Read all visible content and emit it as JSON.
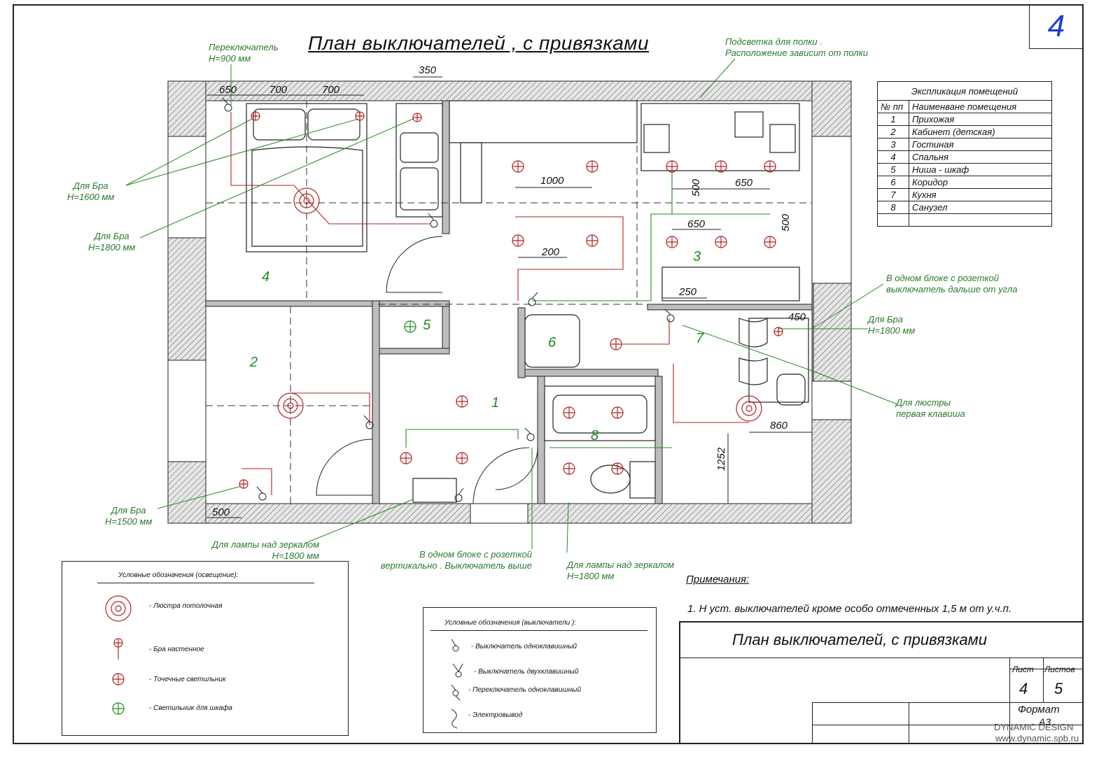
{
  "sheet_number": "4",
  "title": "План выключателей , с привязками",
  "rooms": [
    "4",
    "2",
    "5",
    "1",
    "6",
    "8",
    "3",
    "7"
  ],
  "dimensions": {
    "d650": "650",
    "d700a": "700",
    "d700b": "700",
    "d350": "350",
    "d1000": "1000",
    "d200": "200",
    "d250": "250",
    "d500a": "500",
    "d650b": "650",
    "d650c": "650",
    "d500b": "500",
    "d450": "450",
    "d860": "860",
    "d1252": "1252",
    "d500c": "500"
  },
  "callouts": {
    "switch_top": [
      "Переключатель",
      "H=900 мм"
    ],
    "bra_1600": [
      "Для Бра",
      "H=1600 мм"
    ],
    "bra_1800_left": [
      "Для Бра",
      "H=1800 мм"
    ],
    "shelf_light": [
      "Подсветка для полки .",
      "Расположение зависит от полки"
    ],
    "socket_block": [
      "В одном блоке с розеткой",
      "выключатель дальше от угла"
    ],
    "bra_1800_right": [
      "Для Бра",
      "H=1800 мм"
    ],
    "chandelier_first": [
      "Для люстры",
      "первая клавиша"
    ],
    "bra_1500": [
      "Для Бра",
      "H=1500 мм"
    ],
    "mirror_lamp_left": [
      "Для лампы над зеркалом",
      "H=1800 мм"
    ],
    "socket_vertical": [
      "В одном блоке с розеткой",
      "вертикально . Выключатель выше"
    ],
    "mirror_lamp_right": [
      "Для лампы над зеркалом",
      "H=1800 мм"
    ]
  },
  "explication": {
    "title": "Экспликация помещений",
    "col_num": "№ пп",
    "col_name": "Наименване помещения",
    "rows": [
      {
        "n": "1",
        "name": "Прихожая"
      },
      {
        "n": "2",
        "name": "Кабинет (детская)"
      },
      {
        "n": "3",
        "name": "Гостиная"
      },
      {
        "n": "4",
        "name": "Спальня"
      },
      {
        "n": "5",
        "name": "Ниша - шкаф"
      },
      {
        "n": "6",
        "name": "Коридор"
      },
      {
        "n": "7",
        "name": "Кухня"
      },
      {
        "n": "8",
        "name": "Санузел"
      }
    ]
  },
  "legend_lighting": {
    "heading": "Условные обозначения (освещение):",
    "items": [
      "- Люстра потолочная",
      "- Бра настенное",
      "- Точечные светильник",
      "- Светильник для шкафа"
    ]
  },
  "legend_switches": {
    "heading": "Условные обозначения (выключатели ):",
    "items": [
      "- Выключатель одноклавишный",
      "- Выключатель двухклавишный",
      "- Переключатель одноклавишный",
      "- Электровывод"
    ]
  },
  "notes": {
    "heading": "Примечания:",
    "text": "1. H уст. выключателей кроме особо отмеченных 1,5 м от у.ч.п."
  },
  "stamp": {
    "title": "План выключателей, с привязками",
    "list_label": "Лист",
    "lists_label": "Листов",
    "list_value": "4",
    "lists_value": "5",
    "format_label": "Формат",
    "format_value": "А3"
  },
  "brand": {
    "name": "DYNAMIC DESIGN",
    "url": "www.dynamic.spb.ru"
  },
  "colors": {
    "wall": "#d9d9d9",
    "green": "#1f8a1f",
    "red": "#b22222",
    "ink": "#111111",
    "blue": "#1a3bd6"
  }
}
